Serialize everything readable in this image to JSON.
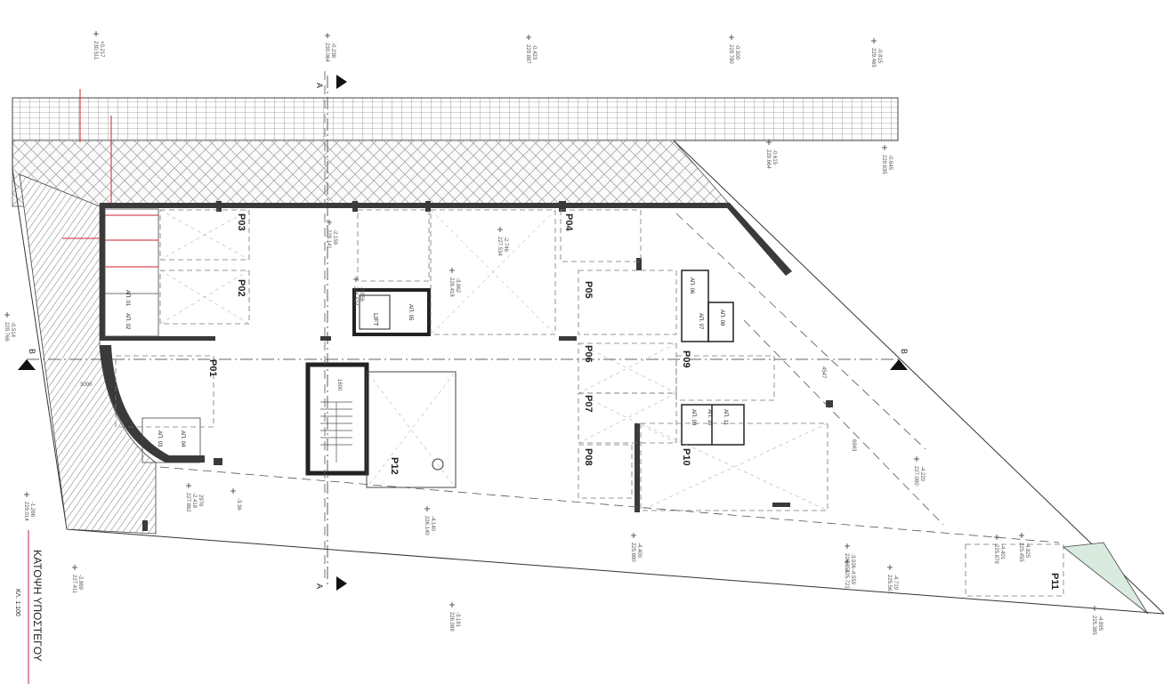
{
  "drawing": {
    "title": "ΚΑΤΟΨΗ ΥΠΟΣΤΕΓΟΥ",
    "scale": "ΚΛ. 1:100",
    "section_marks": [
      "A",
      "A",
      "B",
      "B"
    ]
  },
  "parking": [
    "P01",
    "P02",
    "P03",
    "P04",
    "P05",
    "P06",
    "P07",
    "P08",
    "P09",
    "P10",
    "P11",
    "P12"
  ],
  "rooms": {
    "lift": "LIFT",
    "storages": [
      "ΑΠ. 01",
      "ΑΠ. 02",
      "ΑΠ. 03",
      "ΑΠ. 04",
      "ΑΠ. 05",
      "ΑΠ. 06",
      "ΑΠ. 07",
      "ΑΠ. 08",
      "ΑΠ. 09",
      "ΑΠ. 10",
      "ΑΠ. 11"
    ]
  },
  "levels": [
    {
      "h": "+0.217",
      "abs": "230.511"
    },
    {
      "h": "-0.238",
      "abs": "230.064"
    },
    {
      "h": "-0.423",
      "abs": "229.887"
    },
    {
      "h": "-0.500",
      "abs": "229.780"
    },
    {
      "h": "-0.815",
      "abs": "229.465"
    },
    {
      "h": "-0.615",
      "abs": "229.664"
    },
    {
      "h": "-0.645",
      "abs": "229.635"
    },
    {
      "h": "-2.159",
      "abs": "228.141"
    },
    {
      "h": "-2.746",
      "abs": "227.534"
    },
    {
      "h": "-3.862",
      "abs": "226.418"
    },
    {
      "h": "-3.656",
      "abs": "226.624"
    },
    {
      "h": "-2.418",
      "abs": "227.862"
    },
    {
      "h": "-3.36",
      "abs": ""
    },
    {
      "h": "-4.140",
      "abs": "226.140"
    },
    {
      "h": "-4.400",
      "abs": "225.880"
    },
    {
      "h": "-4.401",
      "abs": "225.879"
    },
    {
      "h": "-3.926",
      "abs": "226.354"
    },
    {
      "h": "-4.220",
      "abs": "227.080"
    },
    {
      "h": "-4.559",
      "abs": "225.721"
    },
    {
      "h": "-4.719",
      "abs": "225.561"
    },
    {
      "h": "-4.825",
      "abs": "225.455"
    },
    {
      "h": "-4.895",
      "abs": "225.385"
    },
    {
      "h": "-2.869",
      "abs": "227.411"
    },
    {
      "h": "-3.191",
      "abs": "226.089"
    },
    {
      "h": "-0.514",
      "abs": "229.766"
    },
    {
      "h": "-1.266",
      "abs": "229.014"
    }
  ],
  "dimensions": [
    "1600",
    "3000",
    "4547",
    "6943",
    "2976"
  ],
  "colors": {
    "line": "#333333",
    "wall": "#3a3a3a",
    "accent": "#d21f2d",
    "green": "#d9eadf"
  }
}
